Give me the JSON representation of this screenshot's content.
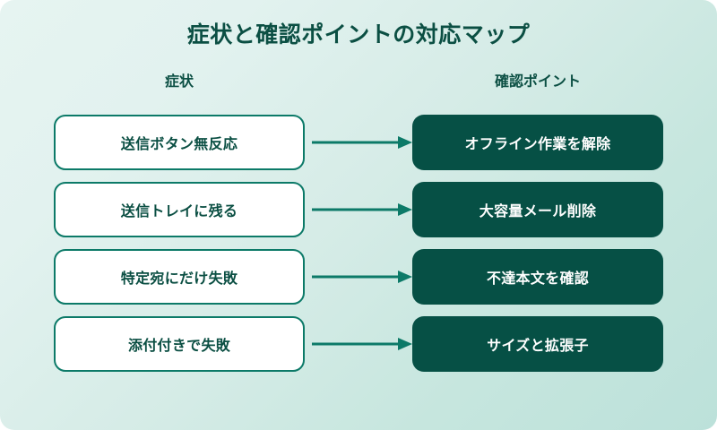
{
  "title": "症状と確認ポイントの対応マップ",
  "columns": {
    "left_header": "症状",
    "right_header": "確認ポイント"
  },
  "rows": [
    {
      "symptom": "送信ボタン無反応",
      "checkpoint": "オフライン作業を解除",
      "connector": "arrow-right-icon"
    },
    {
      "symptom": "送信トレイに残る",
      "checkpoint": "大容量メール削除",
      "connector": "arrow-right-icon"
    },
    {
      "symptom": "特定宛にだけ失敗",
      "checkpoint": "不達本文を確認",
      "connector": "arrow-right-icon"
    },
    {
      "symptom": "添付付きで失敗",
      "checkpoint": "サイズと拡張子",
      "connector": "arrow-right-icon"
    }
  ],
  "colors": {
    "title_text": "#0b4f43",
    "card_border": "#0c7a68",
    "card_symptom_bg": "#ffffff",
    "card_check_bg": "#065045",
    "card_check_text": "#ffffff",
    "arrow": "#0c7a68",
    "background_start": "#e6f4f1",
    "background_end": "#bce1da"
  }
}
